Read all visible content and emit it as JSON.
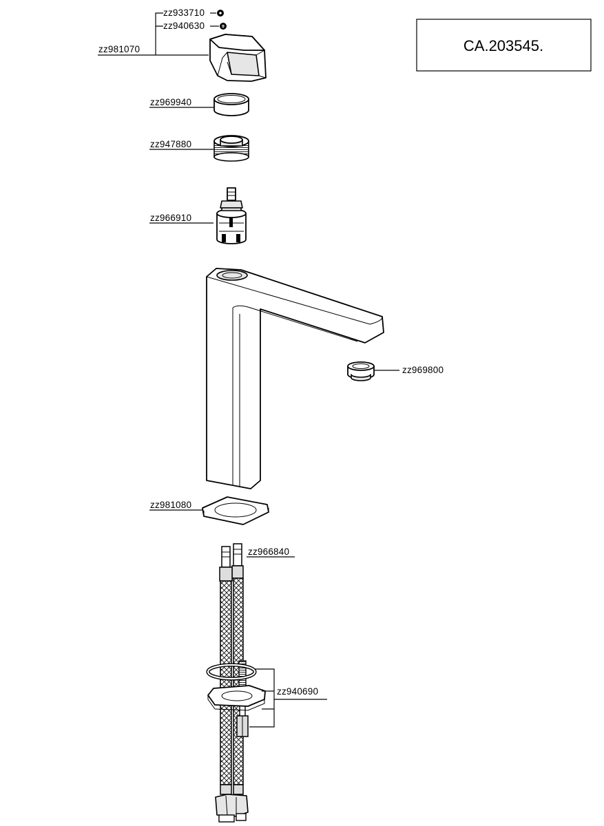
{
  "reference": "CA.203545.",
  "parts": {
    "p933710": "zz933710",
    "p940630": "zz940630",
    "p981070": "zz981070",
    "p969940": "zz969940",
    "p947880": "zz947880",
    "p966910": "zz966910",
    "p969800": "zz969800",
    "p981080": "zz981080",
    "p966840": "zz966840",
    "p940690": "zz940690"
  }
}
